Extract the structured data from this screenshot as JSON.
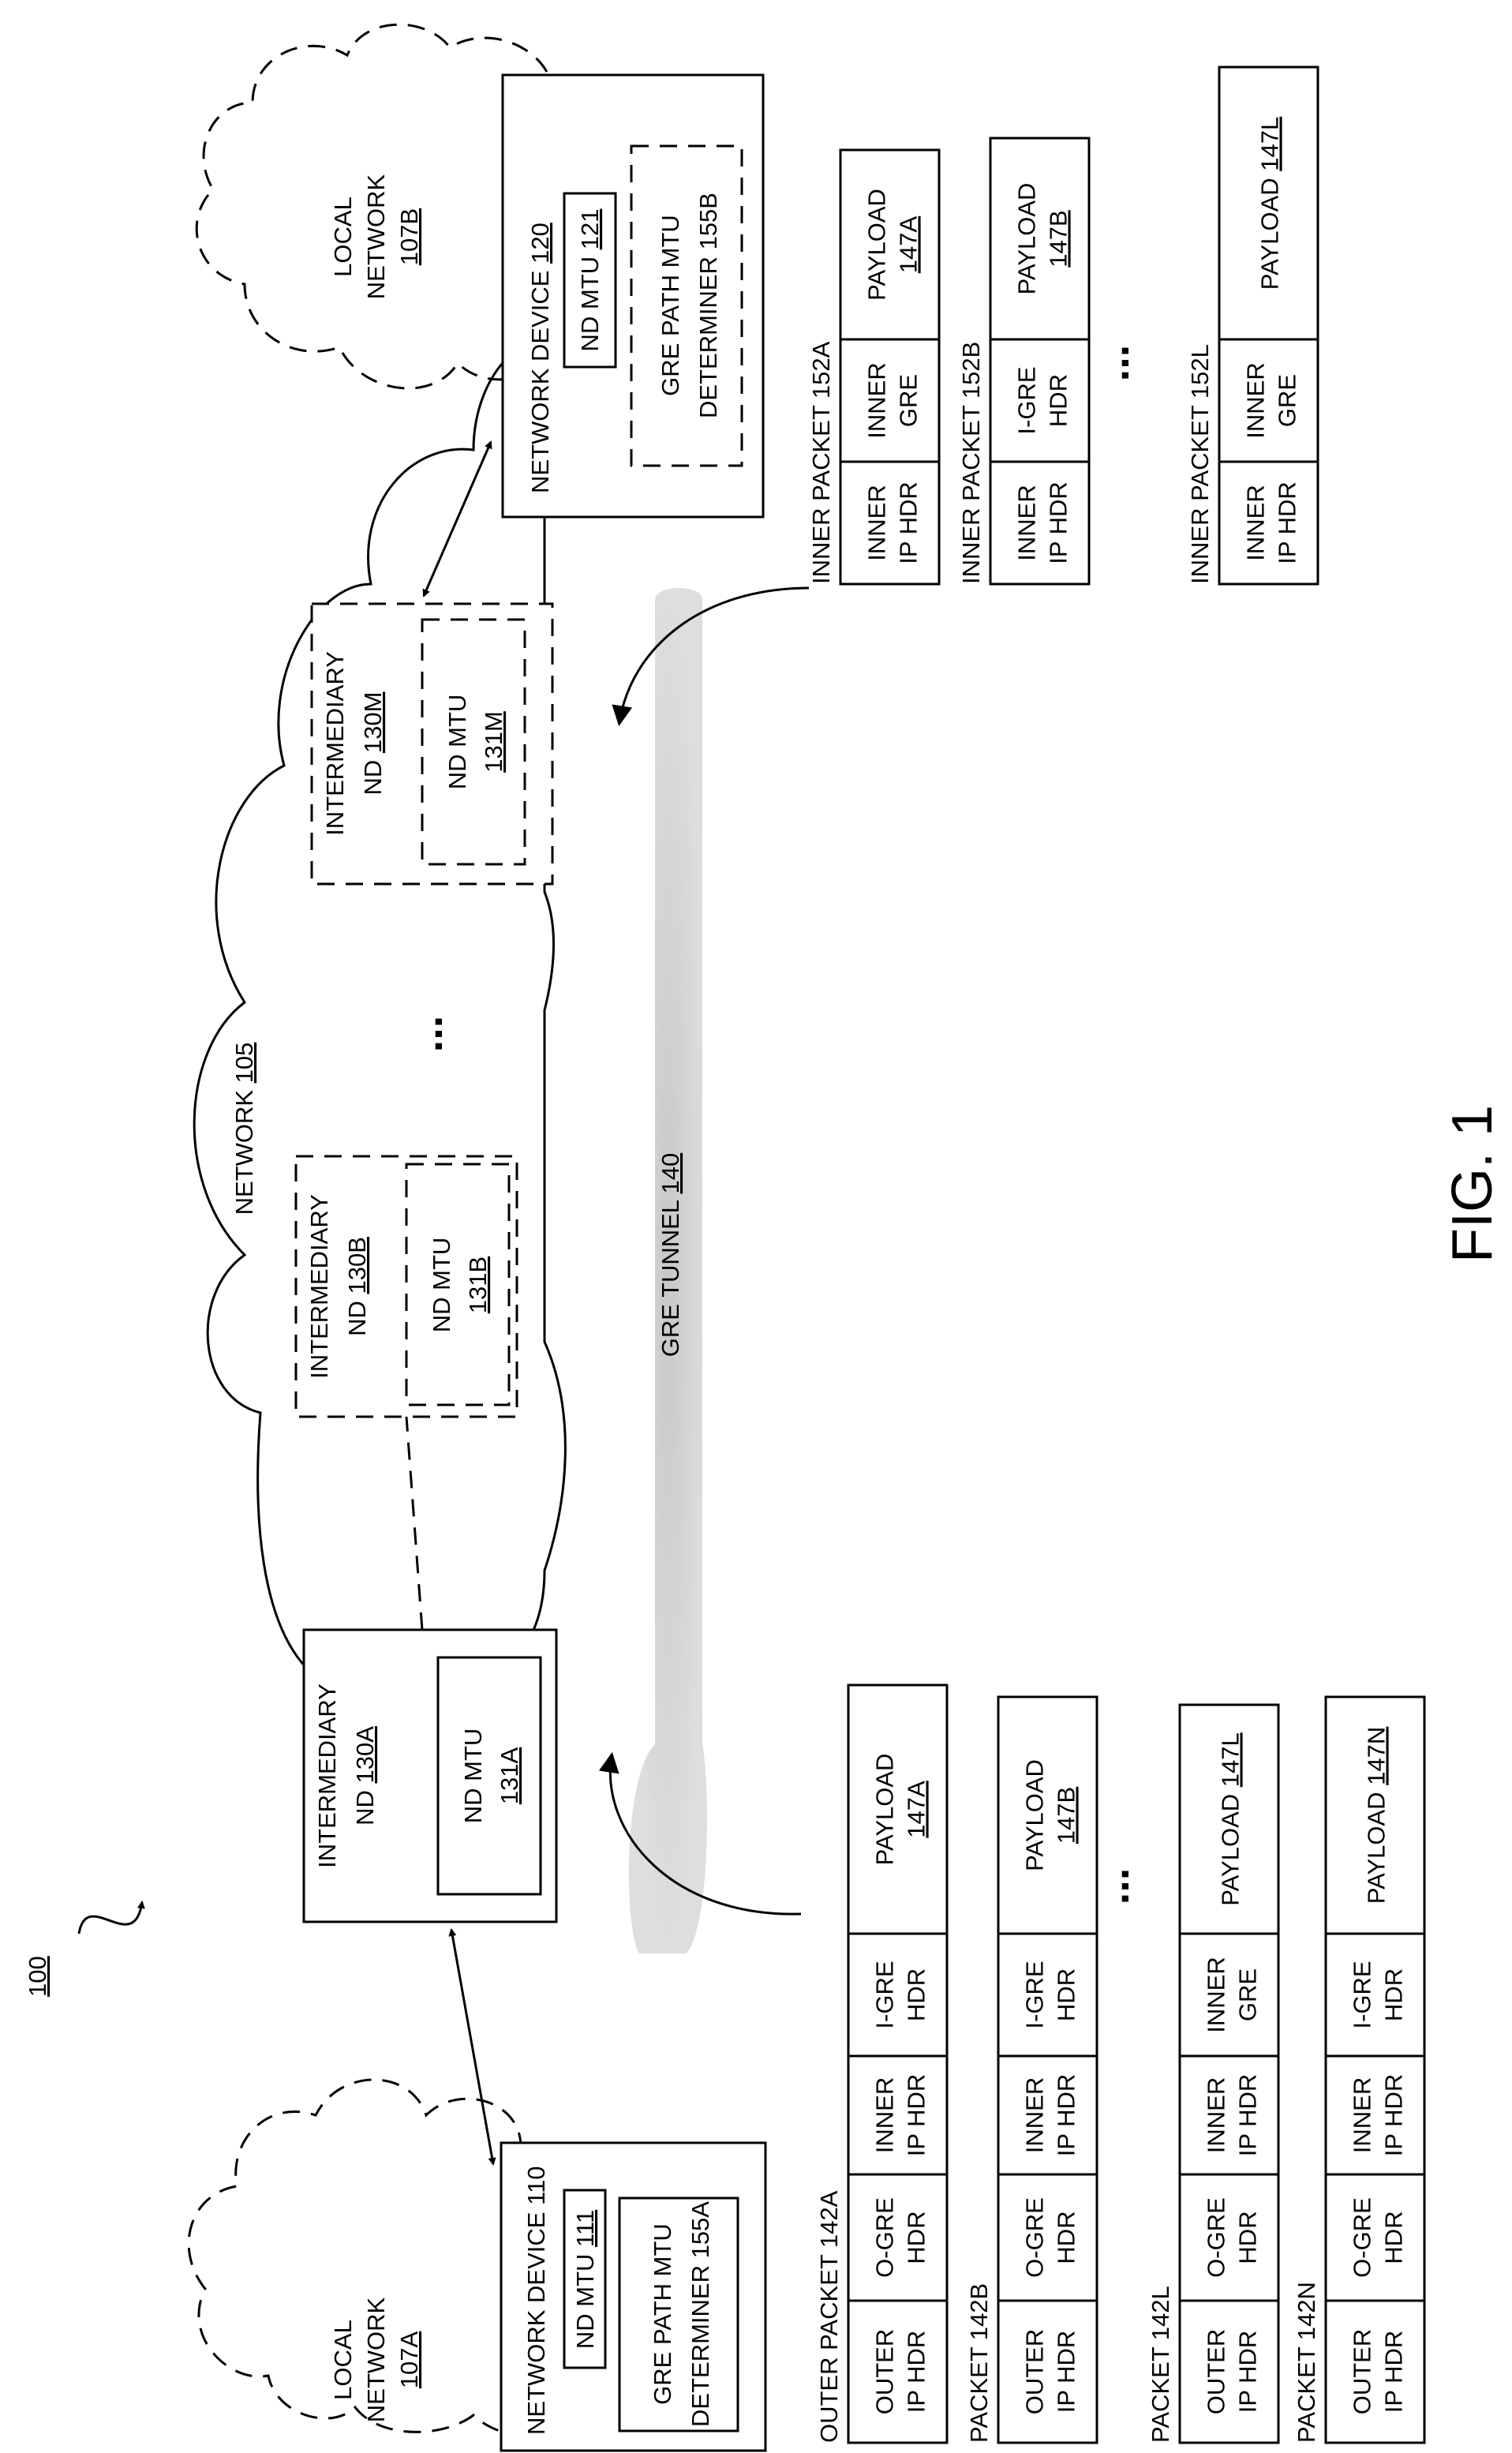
{
  "figure": {
    "ref_number": "100",
    "fig_label": "FIG. 1"
  },
  "local_network_a": {
    "line1": "LOCAL",
    "line2": "NETWORK",
    "ref": "107A"
  },
  "local_network_b": {
    "line1": "LOCAL",
    "line2": "NETWORK",
    "ref": "107B"
  },
  "network_device_110": {
    "title": "NETWORK DEVICE 110",
    "mtu_text": "ND MTU ",
    "mtu_ref": "111",
    "determiner_line1": "GRE PATH MTU",
    "determiner_line2": "DETERMINER 155A"
  },
  "network_device_120": {
    "title_text": "NETWORK DEVICE ",
    "title_ref": "120",
    "mtu_text": "ND MTU ",
    "mtu_ref": "121",
    "determiner_line1": "GRE PATH MTU",
    "determiner_line2": "DETERMINER 155B"
  },
  "network": {
    "text": "NETWORK ",
    "ref": "105"
  },
  "intermediary_a": {
    "line1": "INTERMEDIARY",
    "line2_text": "ND ",
    "line2_ref": "130A",
    "mtu_line1": "ND MTU",
    "mtu_ref": "131A"
  },
  "intermediary_b": {
    "line1": "INTERMEDIARY",
    "line2_text": "ND ",
    "line2_ref": "130B",
    "mtu_line1": "ND MTU",
    "mtu_ref": "131B"
  },
  "intermediary_m": {
    "line1": "INTERMEDIARY",
    "line2_text": "ND ",
    "line2_ref": "130M",
    "mtu_line1": "ND MTU",
    "mtu_ref": "131M"
  },
  "ellipsis": "...",
  "tunnel": {
    "text": "GRE TUNNEL ",
    "ref": "140"
  },
  "outer_packets": [
    {
      "label": "OUTER PACKET 142A",
      "fields": [
        {
          "l1": "OUTER",
          "l2": "IP HDR"
        },
        {
          "l1": "O-GRE",
          "l2": "HDR"
        },
        {
          "l1": "INNER",
          "l2": "IP HDR"
        },
        {
          "l1": "I-GRE",
          "l2": "HDR"
        },
        {
          "l1": "PAYLOAD",
          "l2": "147A",
          "ref": true
        }
      ]
    },
    {
      "label": "PACKET 142B",
      "fields": [
        {
          "l1": "OUTER",
          "l2": "IP HDR"
        },
        {
          "l1": "O-GRE",
          "l2": "HDR"
        },
        {
          "l1": "INNER",
          "l2": "IP HDR"
        },
        {
          "l1": "I-GRE",
          "l2": "HDR"
        },
        {
          "l1": "PAYLOAD",
          "l2": "147B",
          "ref": true
        }
      ]
    },
    {
      "label": "PACKET 142L",
      "fields": [
        {
          "l1": "OUTER",
          "l2": "IP HDR"
        },
        {
          "l1": "O-GRE",
          "l2": "HDR"
        },
        {
          "l1": "INNER",
          "l2": "IP HDR"
        },
        {
          "l1": "INNER",
          "l2": "GRE"
        },
        {
          "l1": "PAYLOAD ",
          "l1ref": "147L"
        }
      ]
    },
    {
      "label": "PACKET 142N",
      "fields": [
        {
          "l1": "OUTER",
          "l2": "IP HDR"
        },
        {
          "l1": "O-GRE",
          "l2": "HDR"
        },
        {
          "l1": "INNER",
          "l2": "IP HDR"
        },
        {
          "l1": "I-GRE",
          "l2": "HDR"
        },
        {
          "l1": "PAYLOAD ",
          "l1ref": "147N"
        }
      ]
    }
  ],
  "inner_packets": [
    {
      "label": "INNER PACKET 152A",
      "fields": [
        {
          "l1": "INNER",
          "l2": "IP HDR"
        },
        {
          "l1": "INNER",
          "l2": "GRE"
        },
        {
          "l1": "PAYLOAD",
          "l2": "147A",
          "ref": true
        }
      ]
    },
    {
      "label": "INNER PACKET 152B",
      "fields": [
        {
          "l1": "INNER",
          "l2": "IP HDR"
        },
        {
          "l1": "I-GRE",
          "l2": "HDR"
        },
        {
          "l1": "PAYLOAD",
          "l2": "147B",
          "ref": true
        }
      ]
    },
    {
      "label": "INNER PACKET 152L",
      "fields": [
        {
          "l1": "INNER",
          "l2": "IP HDR"
        },
        {
          "l1": "INNER",
          "l2": "GRE"
        },
        {
          "l1": "PAYLOAD ",
          "l1ref": "147L"
        }
      ]
    }
  ]
}
